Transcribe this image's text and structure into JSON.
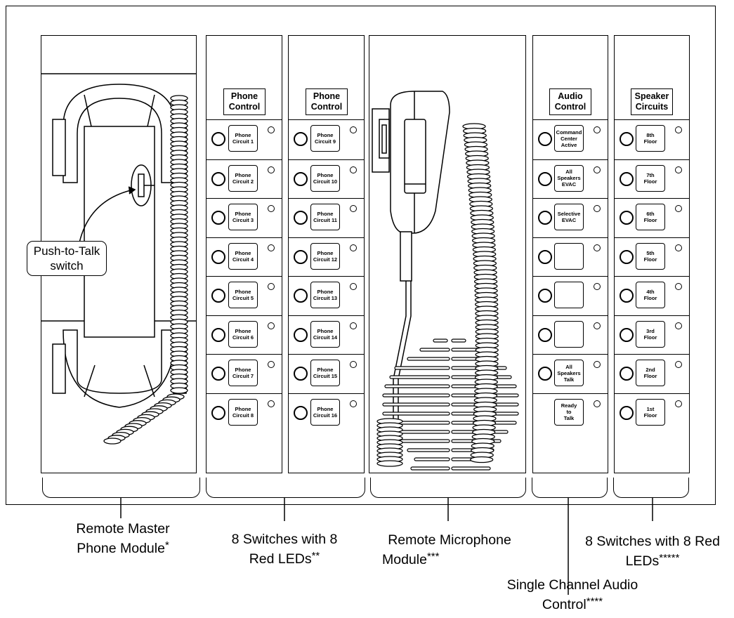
{
  "switch_modules": [
    {
      "header": "Phone\nControl",
      "buttons": [
        "Phone\nCircuit 1",
        "Phone\nCircuit 2",
        "Phone\nCircuit 3",
        "Phone\nCircuit 4",
        "Phone\nCircuit 5",
        "Phone\nCircuit 6",
        "Phone\nCircuit 7",
        "Phone\nCircuit 8"
      ]
    },
    {
      "header": "Phone\nControl",
      "buttons": [
        "Phone\nCircuit 9",
        "Phone\nCircuit 10",
        "Phone\nCircuit 11",
        "Phone\nCircuit 12",
        "Phone\nCircuit 13",
        "Phone\nCircuit 14",
        "Phone\nCircuit 15",
        "Phone\nCircuit 16"
      ]
    },
    {
      "header": "Audio\nControl",
      "buttons": [
        "Command\nCenter\nActive",
        "All\nSpeakers\nEVAC",
        "Selective\nEVAC",
        "",
        "",
        "",
        "All\nSpeakers\nTalk",
        "Ready\nto\nTalk"
      ]
    },
    {
      "header": "Speaker\nCircuits",
      "buttons": [
        "8th\nFloor",
        "7th\nFloor",
        "6th\nFloor",
        "5th\nFloor",
        "4th\nFloor",
        "3rd\nFloor",
        "2nd\nFloor",
        "1st\nFloor"
      ]
    }
  ],
  "push_to_talk_label": "Push-to-Talk\nswitch",
  "labels": {
    "master_phone_1": "Remote Master",
    "master_phone_2": "Phone Module",
    "master_phone_stars": "*",
    "phone_switches_1": "8 Switches with 8",
    "phone_switches_2": "Red LEDs",
    "phone_switches_stars": "**",
    "microphone_1": "Remote Microphone",
    "microphone_2": "Module",
    "microphone_stars": "***",
    "audio_control_1": "Single Channel Audio",
    "audio_control_2": "Control",
    "audio_control_stars": "****",
    "speaker_switches_1": "8 Switches with 8 Red",
    "speaker_switches_2": "LEDs",
    "speaker_switches_stars": "*****"
  }
}
